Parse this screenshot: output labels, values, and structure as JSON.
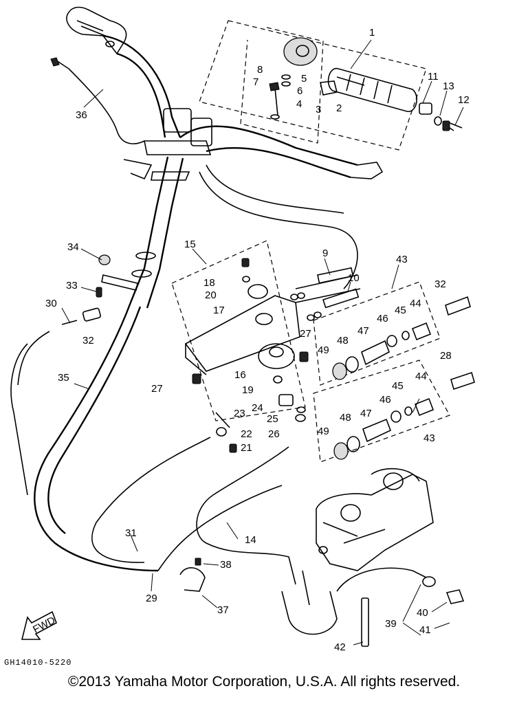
{
  "diagram": {
    "reference_code": "GH14010-5220",
    "copyright": "©2013 Yamaha Motor Corporation, U.S.A. All rights reserved.",
    "direction_marker": "FWD",
    "callouts": [
      "1",
      "2",
      "3",
      "4",
      "5",
      "6",
      "7",
      "8",
      "9",
      "10",
      "11",
      "12",
      "13",
      "14",
      "15",
      "16",
      "17",
      "18",
      "19",
      "20",
      "21",
      "22",
      "23",
      "24",
      "25",
      "26",
      "27",
      "27",
      "28",
      "29",
      "30",
      "31",
      "32",
      "32",
      "33",
      "34",
      "35",
      "36",
      "37",
      "38",
      "39",
      "40",
      "41",
      "42",
      "43",
      "43",
      "44",
      "44",
      "45",
      "45",
      "46",
      "46",
      "47",
      "47",
      "48",
      "48",
      "49",
      "49"
    ]
  }
}
